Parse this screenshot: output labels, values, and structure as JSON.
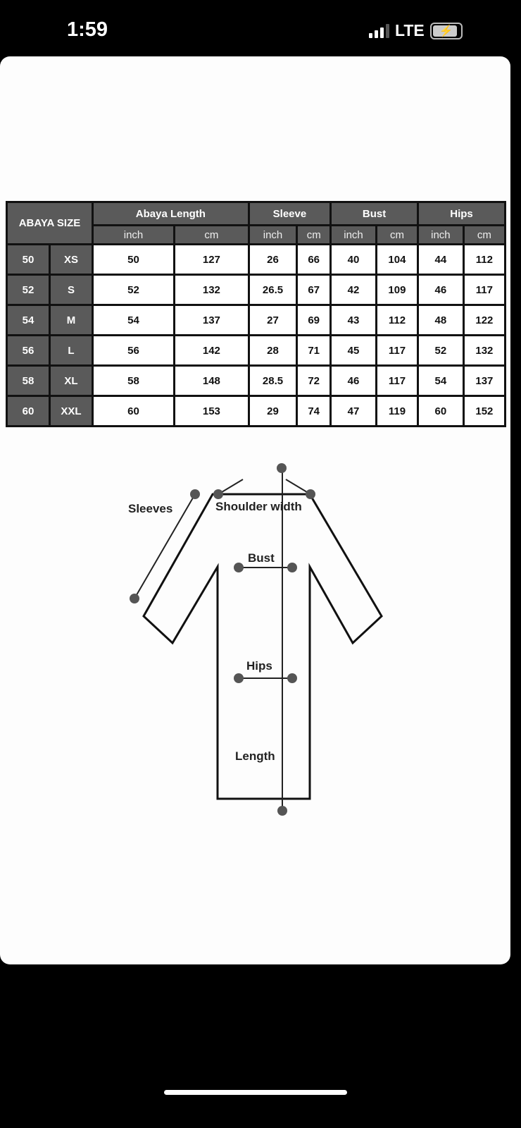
{
  "status_bar": {
    "time": "1:59",
    "network": "LTE",
    "signal_bars": 3,
    "battery_icon": "battery-charging-icon"
  },
  "table": {
    "size_header": "ABAYA SIZE",
    "groups": [
      "Abaya Length",
      "Sleeve",
      "Bust",
      "Hips"
    ],
    "units": [
      "inch",
      "cm",
      "inch",
      "cm",
      "inch",
      "cm",
      "inch",
      "cm"
    ],
    "rows": [
      {
        "num": "50",
        "size": "XS",
        "values": [
          "50",
          "127",
          "26",
          "66",
          "40",
          "104",
          "44",
          "112"
        ]
      },
      {
        "num": "52",
        "size": "S",
        "values": [
          "52",
          "132",
          "26.5",
          "67",
          "42",
          "109",
          "46",
          "117"
        ]
      },
      {
        "num": "54",
        "size": "M",
        "values": [
          "54",
          "137",
          "27",
          "69",
          "43",
          "112",
          "48",
          "122"
        ]
      },
      {
        "num": "56",
        "size": "L",
        "values": [
          "56",
          "142",
          "28",
          "71",
          "45",
          "117",
          "52",
          "132"
        ]
      },
      {
        "num": "58",
        "size": "XL",
        "values": [
          "58",
          "148",
          "28.5",
          "72",
          "46",
          "117",
          "54",
          "137"
        ]
      },
      {
        "num": "60",
        "size": "XXL",
        "values": [
          "60",
          "153",
          "29",
          "74",
          "47",
          "119",
          "60",
          "152"
        ]
      }
    ]
  },
  "diagram": {
    "sleeves": "Sleeves",
    "shoulder": "Shoulder width",
    "bust": "Bust",
    "hips": "Hips",
    "length": "Length"
  }
}
